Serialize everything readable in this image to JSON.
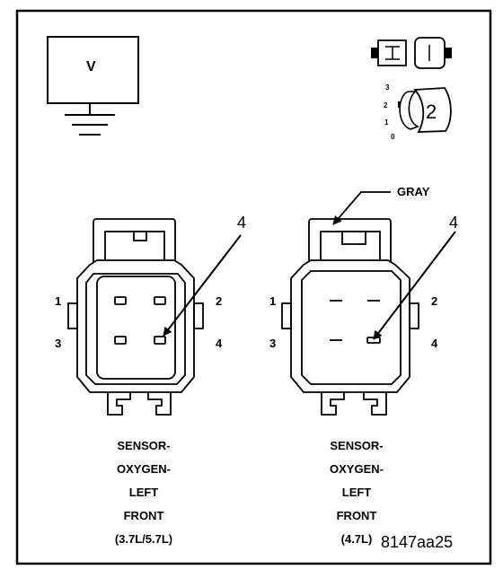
{
  "meter": {
    "symbol": "V"
  },
  "icon_scale": {
    "ticks": [
      "3",
      "2",
      "1",
      "0"
    ],
    "step": "2"
  },
  "left_connector": {
    "callout": "4",
    "pins": {
      "p1": "1",
      "p2": "2",
      "p3": "3",
      "p4": "4"
    },
    "caption": [
      "SENSOR-",
      "OXYGEN-",
      "LEFT",
      "FRONT",
      "(3.7L/5.7L)"
    ]
  },
  "right_connector": {
    "color_label": "GRAY",
    "callout": "4",
    "pins": {
      "p1": "1",
      "p2": "2",
      "p3": "3",
      "p4": "4"
    },
    "caption": [
      "SENSOR-",
      "OXYGEN-",
      "LEFT",
      "FRONT",
      "(4.7L)"
    ]
  },
  "figure_id": "8147aa25"
}
